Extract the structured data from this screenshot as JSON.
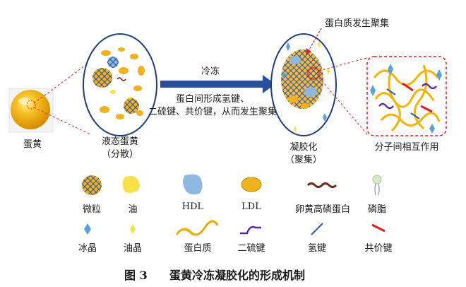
{
  "labels": {
    "yolk": "蛋黄",
    "liquid_yolk": "液态蛋黄",
    "liquid_yolk_sub": "（分散）",
    "freezing": "冷冻",
    "process_line1": "蛋白间形成氢键、",
    "process_line2": "二硫键、共价键，从而发生聚集",
    "protein_aggregation": "蛋白质发生聚集",
    "gelation": "凝胶化",
    "gelation_sub": "（聚集）",
    "interaction": "分子间相互作用"
  },
  "legend": [
    {
      "label": "微粒",
      "icon": "granule-icon"
    },
    {
      "label": "油",
      "icon": "oil-icon"
    },
    {
      "label": "HDL",
      "icon": "hdl-icon"
    },
    {
      "label": "LDL",
      "icon": "ldl-icon"
    },
    {
      "label": "卵黄高磷蛋白",
      "icon": "phosvitin-icon"
    },
    {
      "label": "磷脂",
      "icon": "phospholipid-icon"
    },
    {
      "label": "冰晶",
      "icon": "ice-crystal-icon"
    },
    {
      "label": "油晶",
      "icon": "oil-crystal-icon"
    },
    {
      "label": "蛋白质",
      "icon": "protein-icon"
    },
    {
      "label": "二硫键",
      "icon": "disulfide-bond-icon"
    },
    {
      "label": "氢键",
      "icon": "hydrogen-bond-icon"
    },
    {
      "label": "共价键",
      "icon": "covalent-bond-icon"
    }
  ],
  "caption": {
    "number": "图 3",
    "title": "蛋黄冷冻凝胶化的形成机制"
  },
  "colors": {
    "yolk": "#f2b40a",
    "oil": "#f5e14a",
    "hdl": "#8fb8e0",
    "ldl": "#f0b21e",
    "phosvitin": "#6b2a1a",
    "ice": "#5aa0dc",
    "disulfide": "#5a2d9a",
    "hydrogen": "#2c5fb0",
    "covalent": "#e01b24",
    "arrow": "#2a4f9e",
    "ellipse_border": "#1f3f7a",
    "dash_red": "#d22"
  }
}
